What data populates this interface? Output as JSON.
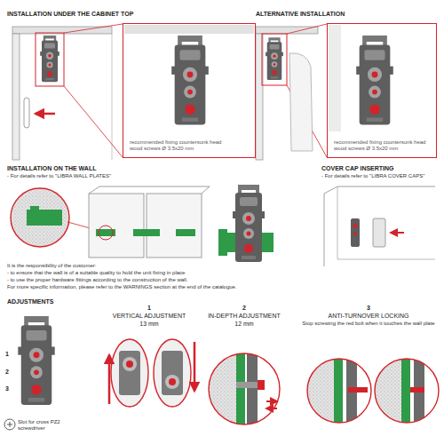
{
  "diagram": {
    "nodes": [
      {
        "text": [
          "recommended fixing countersunk head wood screws Ø 3.5x20 mm"
        ]
      },
      {
        "text": [
          "recommended fixing countersunk head wood screws Ø 3.5x20 mm"
        ]
      }
    ],
    "labels": [
      "INSTALLATION UNDER THE CABINET TOP",
      "ALTERNATIVE INSTALLATION",
      "INSTALLATION ON THE WALL",
      "- For details refer to \"LIBRA WALL PLATES\"",
      "COVER CAP INSERTING",
      "- For details refer to \"LIBRA COVER CAPS\"",
      "It is the responsibility of the customer:",
      "- to ensure that the wall is of a suitable quality to hold the unit fixing in place",
      "- to use the proper hardware fittings according to the construction of the wall.",
      "For more specific information, please refer to the WARNINGS section at the end of the catalogue.",
      "ADJUSTMENTS",
      "1",
      "2",
      "3",
      "Slot for cross PZ2 screwdriver",
      "1",
      "VERTICAL ADJUSTMENT",
      "13 mm",
      "2",
      "IN-DEPTH ADJUSTMENT",
      "12 mm",
      "3",
      "ANTI-TURNOVER LOCKING",
      "Stop screwing the red bolt when it touches the wall plate"
    ]
  }
}
